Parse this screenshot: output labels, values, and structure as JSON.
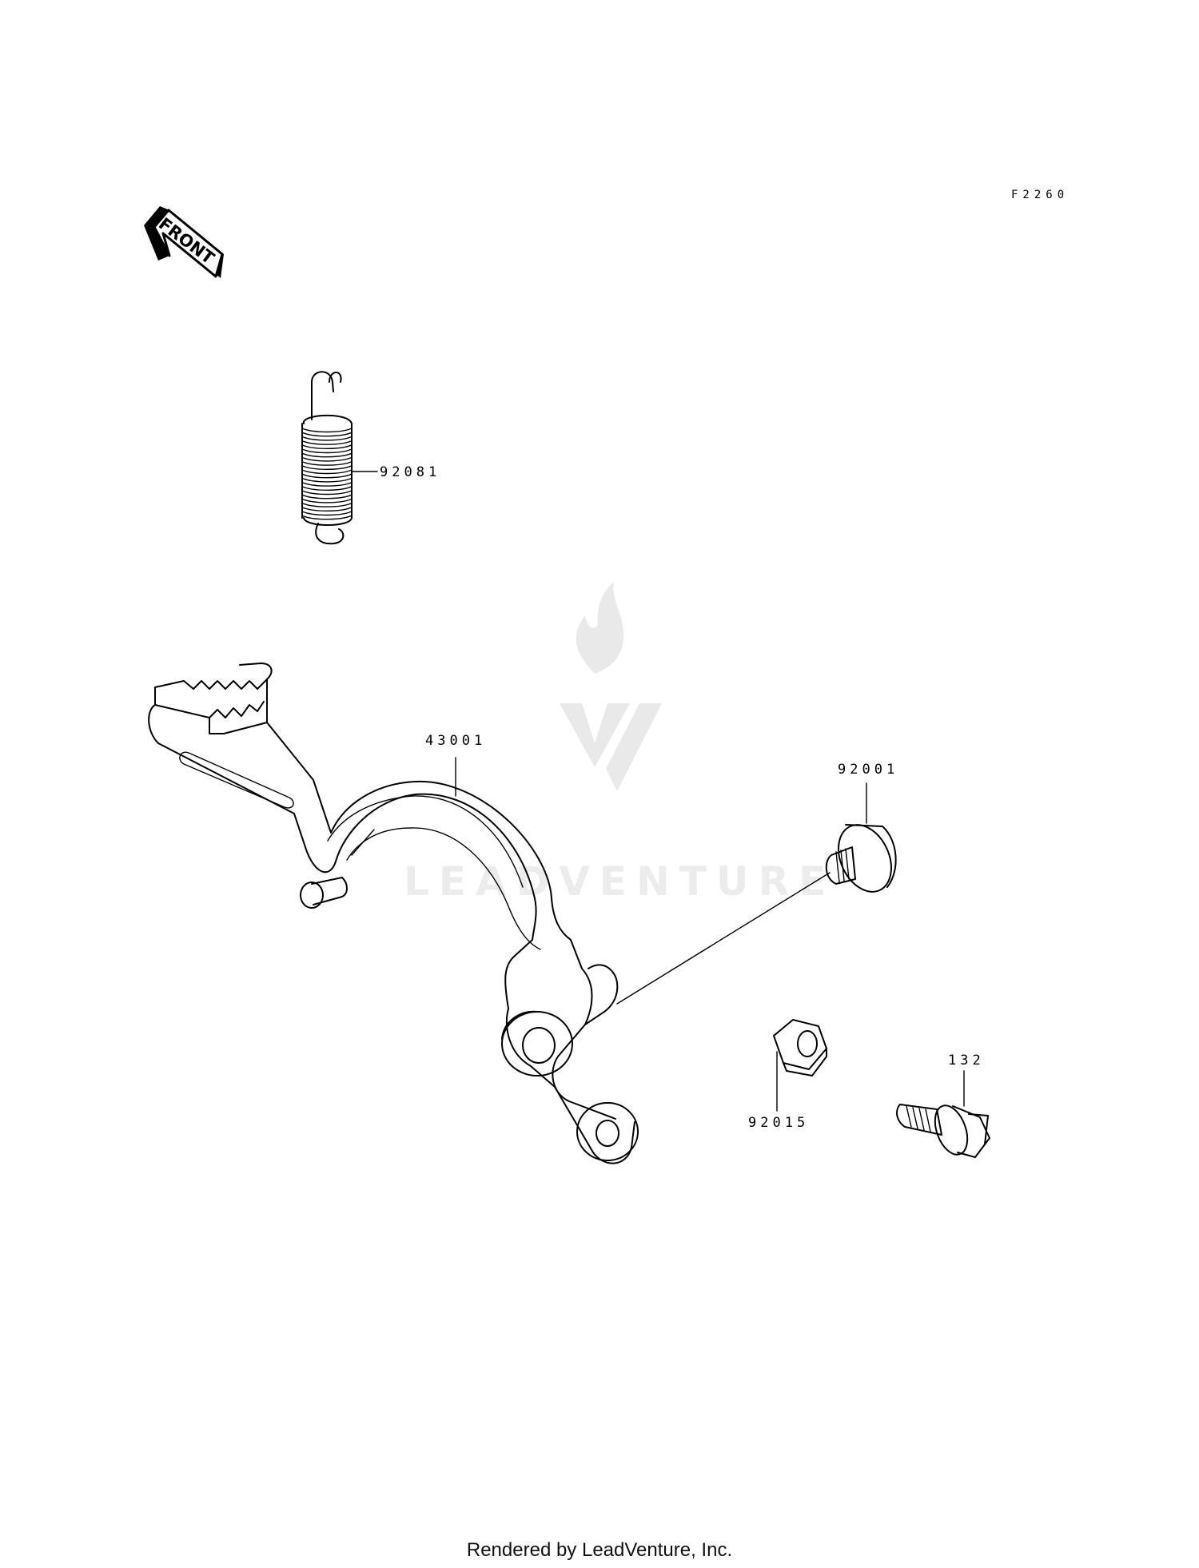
{
  "diagram": {
    "code": "F2260",
    "front_label": "FRONT",
    "watermark_text": "LEADVENTURE",
    "parts": [
      {
        "number": "92081",
        "name": "spring"
      },
      {
        "number": "43001",
        "name": "brake-pedal"
      },
      {
        "number": "92001",
        "name": "bolt"
      },
      {
        "number": "92015",
        "name": "nut"
      },
      {
        "number": "132",
        "name": "flange-bolt"
      }
    ]
  },
  "footer": {
    "text": "Rendered by LeadVenture, Inc."
  }
}
